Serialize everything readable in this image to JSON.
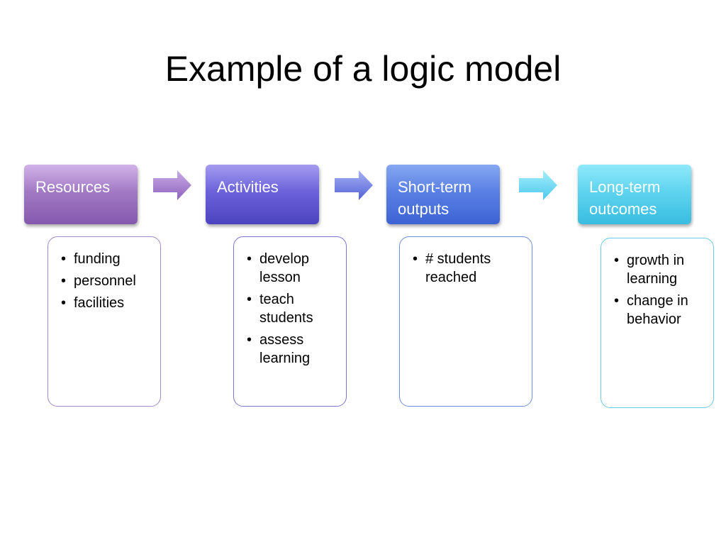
{
  "title": "Example of a logic model",
  "stages": [
    {
      "label": "Resources",
      "items": [
        "funding",
        "personnel",
        "facilities"
      ]
    },
    {
      "label": "Activities",
      "items": [
        "develop lesson",
        "teach students",
        "assess learning"
      ]
    },
    {
      "label": "Short-term outputs",
      "items": [
        "# students reached"
      ]
    },
    {
      "label": "Long-term outcomes",
      "items": [
        "growth in learning",
        "change in behavior"
      ]
    }
  ],
  "bullet_glyph": "•",
  "colors": {
    "arrow_1": "#9b73c9",
    "arrow_2": "#6a78e2",
    "arrow_3": "#5fd0f0",
    "card_border_1": "#9b86c9",
    "card_border_2": "#7c73d6",
    "card_border_3": "#6f8ee0",
    "card_border_4": "#6ccbe9"
  }
}
